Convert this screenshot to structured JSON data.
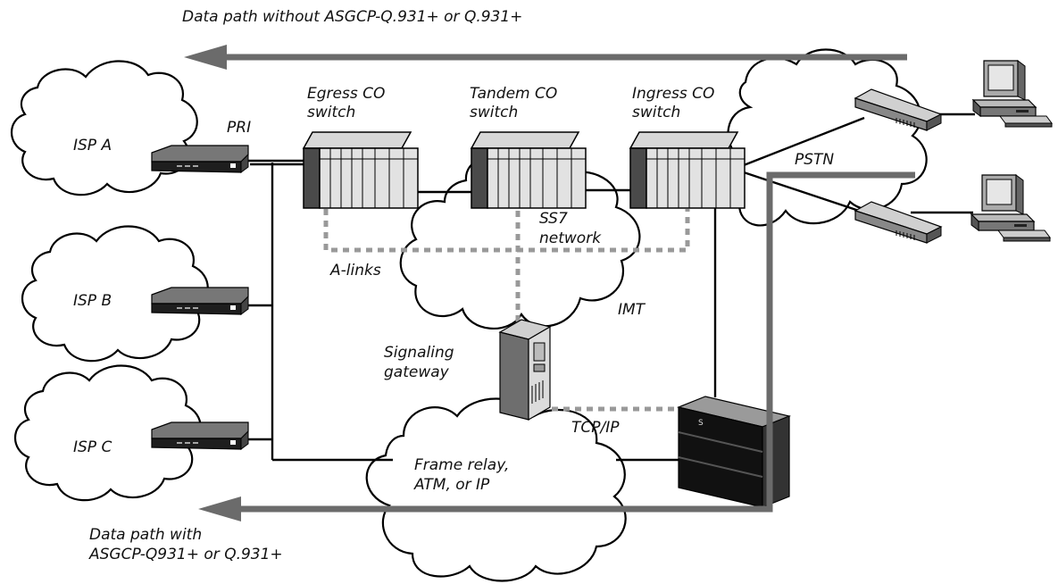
{
  "labels": {
    "top_path": "Data path without ASGCP-Q.931+ or Q.931+",
    "egress_line1": "Egress CO",
    "egress_line2": "switch",
    "tandem_line1": "Tandem CO",
    "tandem_line2": "switch",
    "ingress_line1": "Ingress CO",
    "ingress_line2": "switch",
    "pri": "PRI",
    "pstn": "PSTN",
    "isp_a": "ISP A",
    "isp_b": "ISP B",
    "isp_c": "ISP C",
    "ss7_line1": "SS7",
    "ss7_line2": "network",
    "a_links": "A-links",
    "imt": "IMT",
    "sg_line1": "Signaling",
    "sg_line2": "gateway",
    "tcpip": "TCP/IP",
    "fr_line1": "Frame relay,",
    "fr_line2": "ATM, or IP",
    "bottom_line1": "Data path with",
    "bottom_line2": "ASGCP-Q931+ or Q.931+"
  },
  "icons": {
    "switch": "co-switch-icon",
    "access_device": "access-device-icon",
    "modem": "modem-icon",
    "computer": "computer-icon",
    "signaling_gateway": "tower-server-icon",
    "media_gateway": "media-gateway-icon"
  },
  "colors": {
    "data_path": "#6b6b6b",
    "signaling_link": "#999999",
    "wire": "#000000"
  }
}
